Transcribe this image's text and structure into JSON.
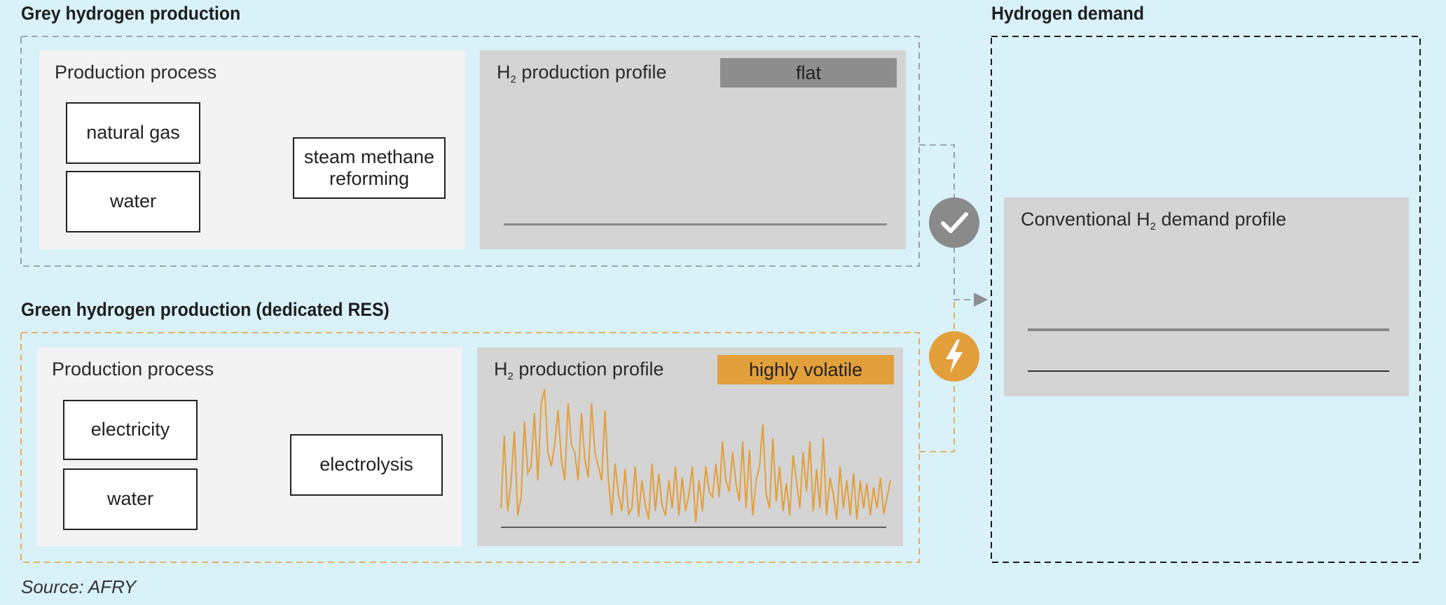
{
  "grey": {
    "title": "Grey hydrogen production",
    "process_title": "Production process",
    "inputs": [
      "natural gas",
      "water"
    ],
    "process": "steam methane reforming",
    "profile_title_a": "H",
    "profile_title_sub": "2",
    "profile_title_b": " production profile",
    "profile_tag": "flat"
  },
  "green": {
    "title": "Green hydrogen production (dedicated RES)",
    "process_title": "Production process",
    "inputs": [
      "electricity",
      "water"
    ],
    "process": "electrolysis",
    "profile_title_a": "H",
    "profile_title_sub": "2",
    "profile_title_b": " production profile",
    "profile_tag": "highly volatile",
    "profile_series": [
      0.1,
      0.62,
      0.08,
      0.28,
      0.65,
      0.05,
      0.18,
      0.72,
      0.35,
      0.4,
      0.78,
      0.3,
      0.85,
      0.95,
      0.5,
      0.4,
      0.55,
      0.8,
      0.45,
      0.3,
      0.85,
      0.55,
      0.5,
      0.3,
      0.78,
      0.45,
      0.32,
      0.85,
      0.5,
      0.4,
      0.3,
      0.8,
      0.3,
      0.05,
      0.42,
      0.2,
      0.08,
      0.38,
      0.06,
      0.1,
      0.4,
      0.04,
      0.3,
      0.12,
      0.02,
      0.42,
      0.08,
      0.35,
      0.12,
      0.05,
      0.3,
      0.1,
      0.4,
      0.05,
      0.32,
      0.08,
      0.2,
      0.4,
      0.0,
      0.3,
      0.08,
      0.4,
      0.22,
      0.18,
      0.42,
      0.18,
      0.58,
      0.3,
      0.22,
      0.5,
      0.28,
      0.15,
      0.58,
      0.1,
      0.52,
      0.05,
      0.3,
      0.4,
      0.7,
      0.2,
      0.1,
      0.6,
      0.15,
      0.4,
      0.08,
      0.28,
      0.05,
      0.48,
      0.3,
      0.1,
      0.5,
      0.22,
      0.58,
      0.08,
      0.38,
      0.1,
      0.6,
      0.05,
      0.32,
      0.2,
      0.02,
      0.4,
      0.1,
      0.3,
      0.05,
      0.35,
      0.02,
      0.3,
      0.1,
      0.28,
      0.05,
      0.25,
      0.1,
      0.32,
      0.06,
      0.18,
      0.3
    ]
  },
  "demand": {
    "title": "Hydrogen demand",
    "profile_title_a": "Conventional H",
    "profile_title_sub": "2",
    "profile_title_b": " demand profile"
  },
  "source": "Source: AFRY",
  "colors": {
    "background": "#d9f1f9",
    "grey_dash": "#8a8f93",
    "green_dash": "#e39f3a",
    "accent_orange": "#e39f3a",
    "grey_tag": "#8e8e8e"
  },
  "icons": [
    "checkmark-icon",
    "lightning-icon",
    "arrow-right-icon"
  ]
}
